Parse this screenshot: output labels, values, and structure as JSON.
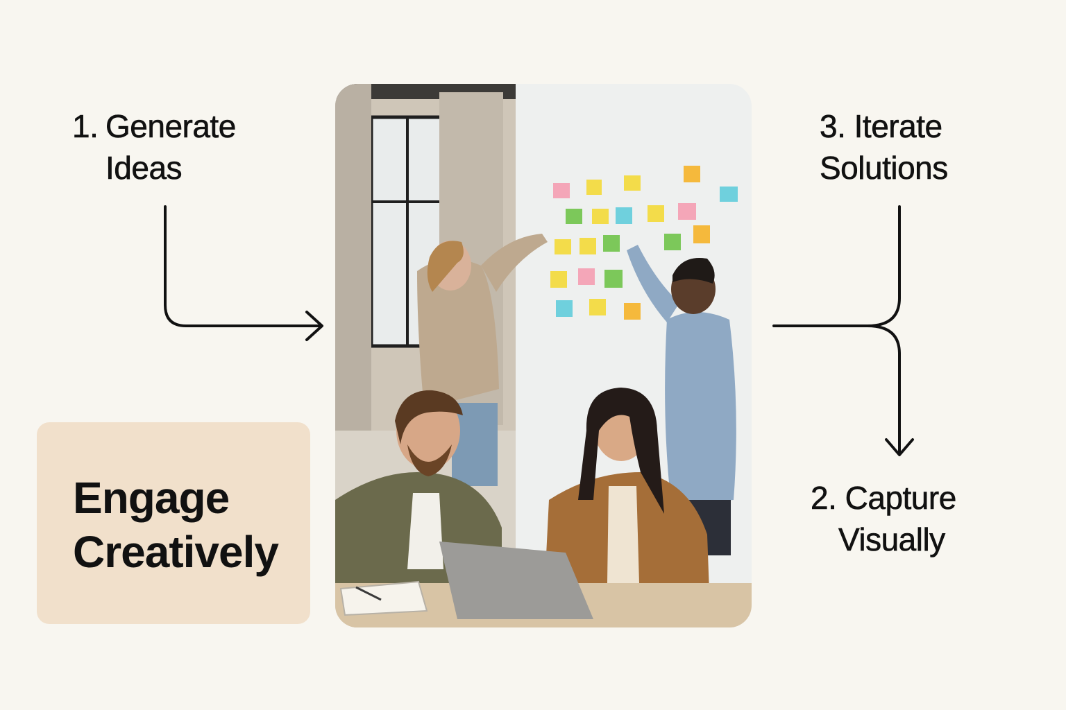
{
  "steps": {
    "generate": {
      "number": "1.",
      "line1": "Generate",
      "line2": "Ideas"
    },
    "iterate": {
      "line1": "3. Iterate",
      "line2": "Solutions"
    },
    "capture": {
      "line1": "2. Capture",
      "line2": "Visually"
    }
  },
  "card": {
    "line1": "Engage",
    "line2": "Creatively"
  },
  "photo": {
    "subject": "team-brainstorming-sticky-notes"
  },
  "colors": {
    "background": "#f8f6f0",
    "card": "#f1e0cb",
    "text": "#111111",
    "wall": "#eef0ef",
    "sticky_notes": [
      "#f4a6b8",
      "#f3dc4a",
      "#f5b93c",
      "#7cc85a",
      "#6fd0dd"
    ]
  }
}
